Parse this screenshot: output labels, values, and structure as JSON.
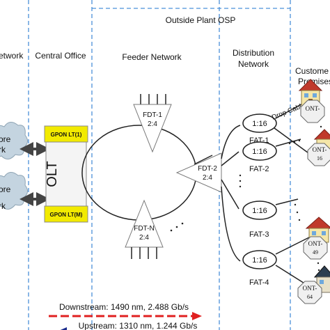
{
  "labels": {
    "osp": "Outside Plant OSP",
    "network_cut": "etwork",
    "central_office": "Central Office",
    "feeder_network": "Feeder Network",
    "distribution_network_line1": "Distribution",
    "distribution_network_line2": "Network",
    "customer_line1": "Custome",
    "customer_line2": "Premises"
  },
  "core_clouds": [
    {
      "line1": "ore",
      "line2": "rk"
    },
    {
      "line1": "ore",
      "line2": "rk"
    }
  ],
  "olt": {
    "label": "OLT",
    "lt_top": "GPON LT(1)",
    "lt_bottom": "GPON LT(M)"
  },
  "fdts": [
    {
      "name": "FDT-1",
      "ratio": "2:4"
    },
    {
      "name": "FDT-2",
      "ratio": "2:4"
    },
    {
      "name": "FDT-N",
      "ratio": "2:4"
    }
  ],
  "splitters": [
    {
      "ratio": "1:16",
      "name": "FAT-1"
    },
    {
      "ratio": "1:16",
      "name": "FAT-2"
    },
    {
      "ratio": "1:16",
      "name": "FAT-3"
    },
    {
      "ratio": "1:16",
      "name": "FAT-4"
    }
  ],
  "drop_cable": "Drop Cable",
  "onts": [
    {
      "label": "ONT-",
      "num": ""
    },
    {
      "label": "ONT-",
      "num": "16"
    },
    {
      "label": "ONT-",
      "num": "49"
    },
    {
      "label": "ONT-",
      "num": "64"
    }
  ],
  "downstream": "Downstream: 1490 nm, 2.488 Gb/s",
  "upstream": "Upstream: 1310 nm, 1.244 Gb/s",
  "colors": {
    "dash_line": "#4a90d9",
    "lt_box": "#f2ea00",
    "cloud": "#c4d4e0",
    "downstream": "#e02020",
    "upstream": "#1a2a8c",
    "house_roof": "#c0392b",
    "house_body": "#f5e6a8"
  }
}
